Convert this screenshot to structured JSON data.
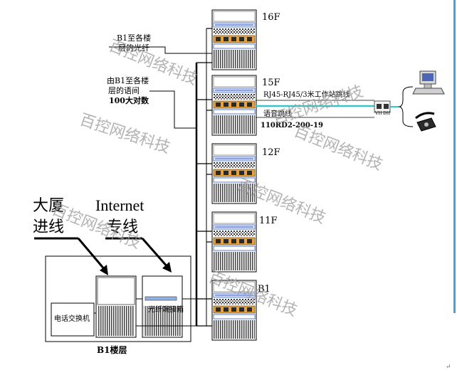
{
  "floors": [
    "16F",
    "15F",
    "12F",
    "11F",
    "B1"
  ],
  "labels": {
    "fiber_line1": "B1至各楼",
    "fiber_line2": "层的光纤",
    "voice_line1": "由B1至各楼",
    "voice_line2": "层的语间",
    "voice_line3": "100大对数",
    "patch_cable": "RJ45-RJ45/3米工作站跳线",
    "voice_jumper": "语音跳线",
    "voice_model": "110RD2-200-19",
    "building_in_line1": "大厦",
    "building_in_line2": "进线",
    "internet_line1": "Internet",
    "internet_line2": "专线",
    "pbx": "电话交换机",
    "fiber_box": "光纤端接箱",
    "b1_floor": "B1楼层",
    "outlet_v": "VH",
    "outlet_d": "DH"
  },
  "watermark": "百控网络科技",
  "colors": {
    "cable_cyan": "#35c6c8",
    "rack_orange": "#e8a23a",
    "panel_blue": "#2f59c9",
    "watermark": "#9a9a9a"
  }
}
